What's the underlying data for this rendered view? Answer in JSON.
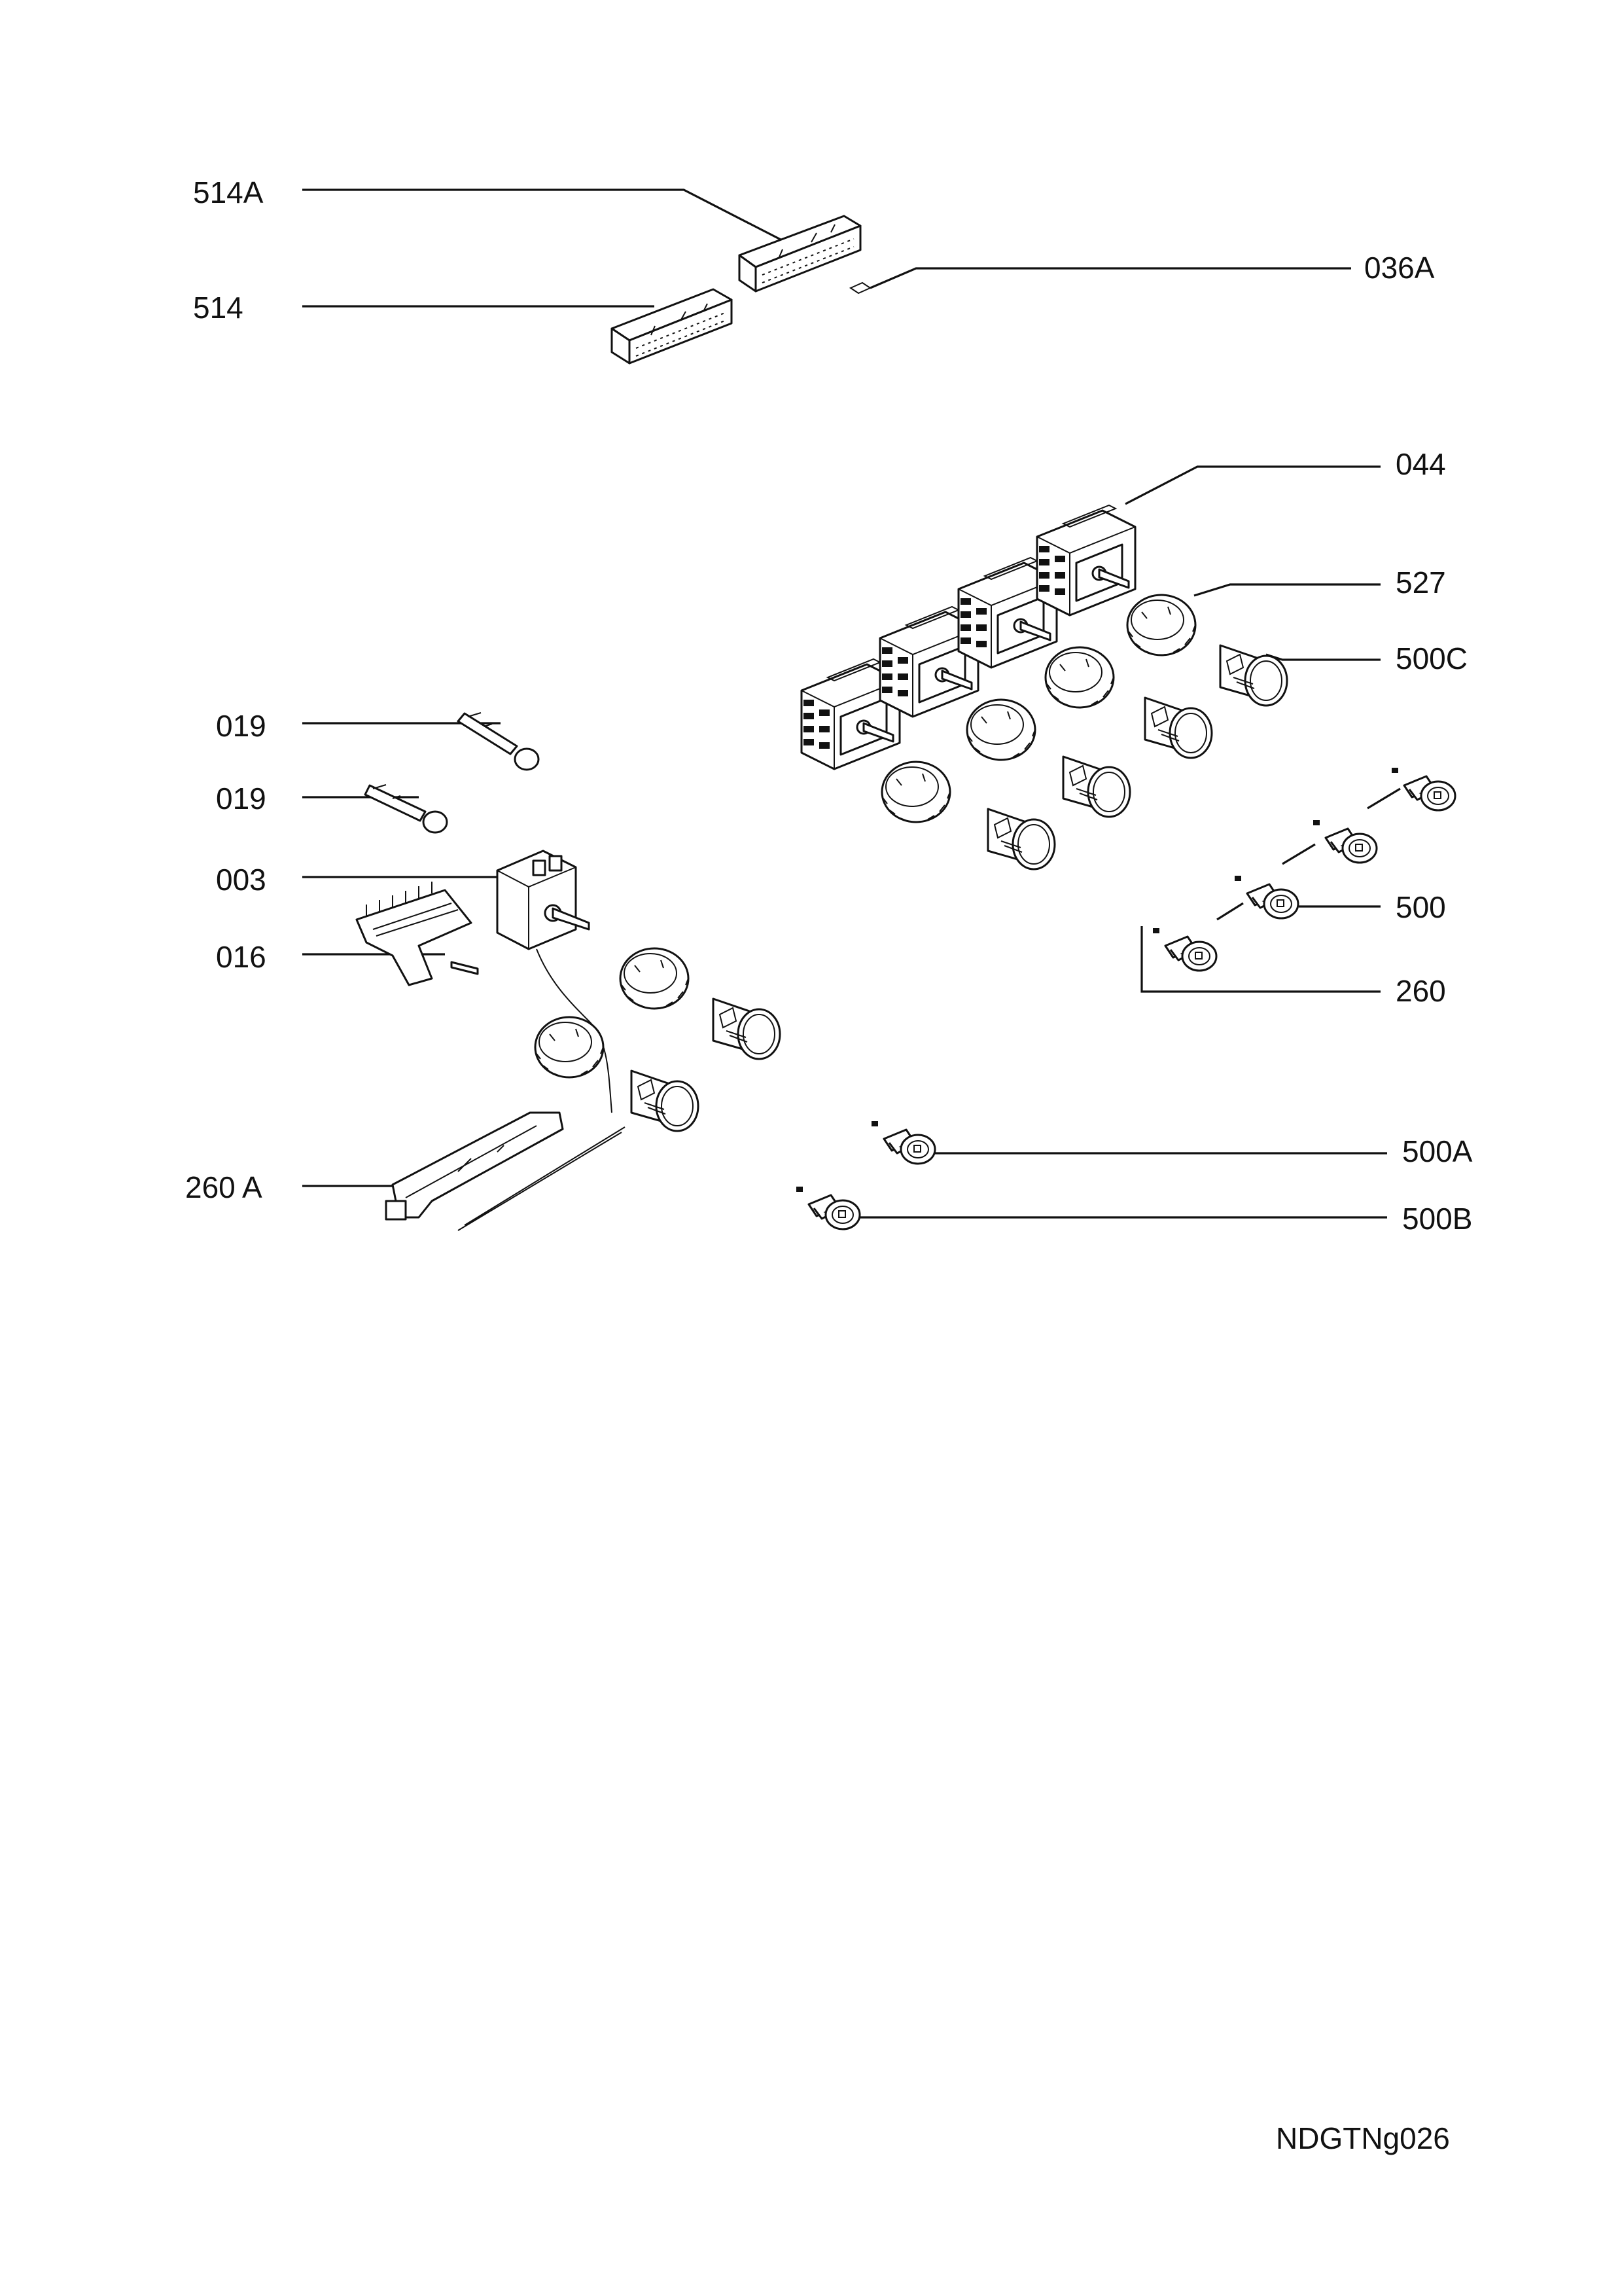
{
  "labels": {
    "l514A": "514A",
    "l514": "514",
    "l036A": "036A",
    "l044": "044",
    "l527": "527",
    "l500C": "500C",
    "l019a": "019",
    "l019b": "019",
    "l003": "003",
    "l016": "016",
    "l500": "500",
    "l260": "260",
    "l260A": "260 A",
    "l500A": "500A",
    "l500B": "500B"
  },
  "footer": {
    "drawing_code": "NDGTNg026"
  }
}
